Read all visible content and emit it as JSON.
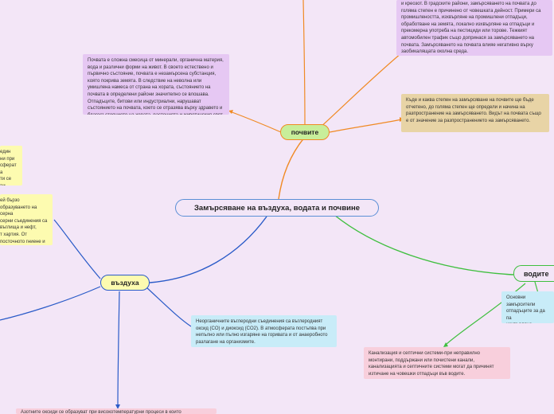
{
  "central": {
    "title": "Замърсяване на въздуха, водата и почвине"
  },
  "branches": {
    "soil": {
      "label": "почвите"
    },
    "water": {
      "label": "водите"
    },
    "air": {
      "label": "въздуха"
    }
  },
  "notes": {
    "soil_top": "и креозот. В градските райони, замърсяването на почвата до голяма степен е причинено от човешката дейност. Примери са промишлеността, изхвърляне на промишлени отпадъци, обработване на земята, локално изхвърляне на отпадъци и прекомерна употреба на пестициди или торове. Тежкият автомобилен трафик също допринася за замърсяването на почвата. Замърсяването на почвата влияе негативно върху заобикалящата околна среда.",
    "soil_left": "Почвата е сложна смесица от минерали, органична материя, вода и различни форми на живот. В своето естествено и първично състояние, почвата е незамърсена субстанция, която покрива земята. В следствие на неволна или умишлена намеса от страна на хората, състоянието на почвата в определени райони значително се влошава. Отпадъците, битови или индустриални, нарушават състоянието на почвата, което се отразява върху здравето и благосъстоянието на хората, растенията и животинския свят.",
    "soil_right": "Къде и каква степен на замърсяване на почвите ще бъде отчетено, до голяма степен ще определи и начина на разпространение на замърсяването. Видът на почвата също е от значение за разпространението на замърсяването.",
    "air_left_top": "един\nни при\nсферата\nти се\nри",
    "air_left_mid": "ей бързо\nобразуването на серна\nсерни съединения са\nвъглища и нефт,\nт хартия. От\nпосточното гниене и",
    "air_right": "Неорганичните въглеродни съединения са въглеродният оксид (CO) и диоксид (CO2). В атмосферата постъпва при непълно или пълно изгаряне на горивата и от анаеробното разлагане на организмите.",
    "air_bottom": "Азотните оксиди се образуват при високотемпературни процеси в които",
    "water_right": "Основни замърсители\nотпадъците за да па\nизхвърляне отпадъц\nреките",
    "water_bottom": "Канализация и септични системи-при неправилно монтирани, поддържани или почистени канали, канализацията и септичните системи могат да причинят изтичане на човешки отпадъци във водите."
  },
  "colors": {
    "background": "#f3e6f7",
    "central_border": "#5b8fd6",
    "soil_line": "#f08a24",
    "soil_node": "#c8ee9a",
    "water_line": "#3fbf3f",
    "air_line": "#2a5bc8",
    "air_node": "#fdfbb0",
    "note_purple": "#e6c8f3",
    "note_tan": "#e8d4a6",
    "note_yellow": "#fdfbb0",
    "note_blue": "#c8ecf8",
    "note_pink": "#f8cfdc"
  }
}
